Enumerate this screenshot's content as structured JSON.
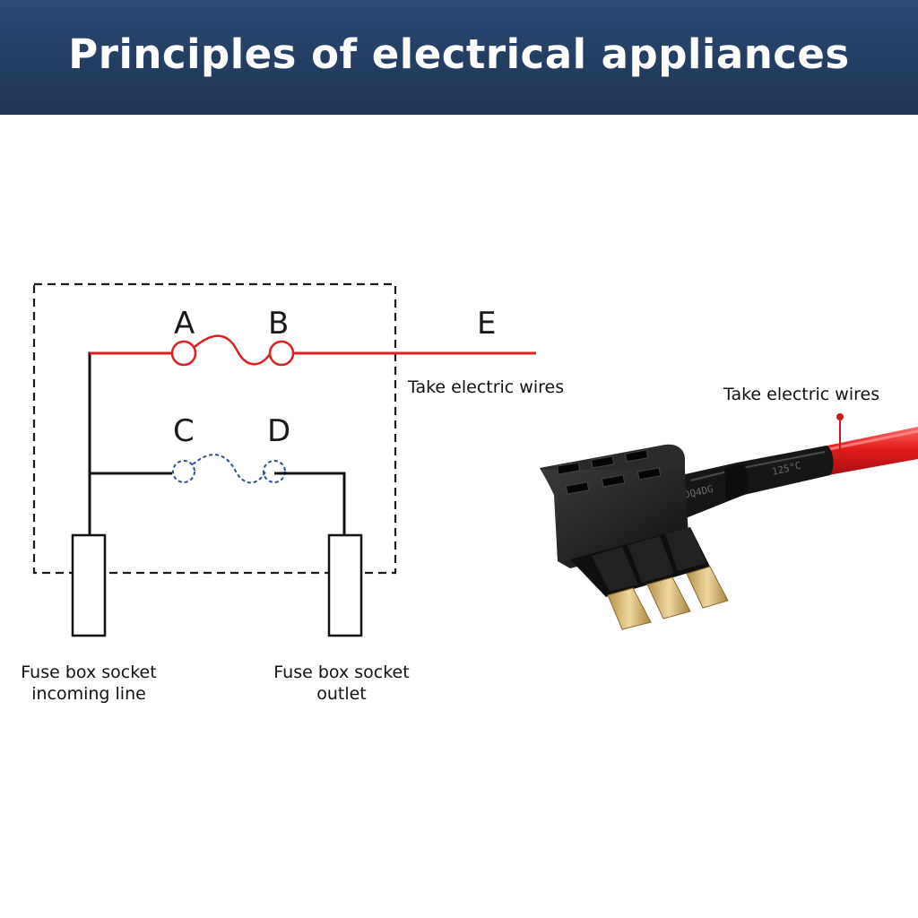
{
  "banner": {
    "title": "Principles of electrical appliances"
  },
  "diagram": {
    "points": {
      "a": "A",
      "b": "B",
      "c": "C",
      "d": "D",
      "e": "E"
    },
    "take_wire_label": "Take electric wires",
    "incoming_caption": [
      "Fuse box socket",
      "incoming line"
    ],
    "outlet_caption": [
      "Fuse box socket",
      "outlet"
    ]
  },
  "product": {
    "take_wire_label": "Take electric wires",
    "sleeve_marks": [
      "DQ4DG",
      "125°C"
    ]
  },
  "colors": {
    "banner": "#23406a",
    "wire_red": "#e02020",
    "wire_black": "#111111",
    "dashed_fuse": "#2a4ea0"
  }
}
